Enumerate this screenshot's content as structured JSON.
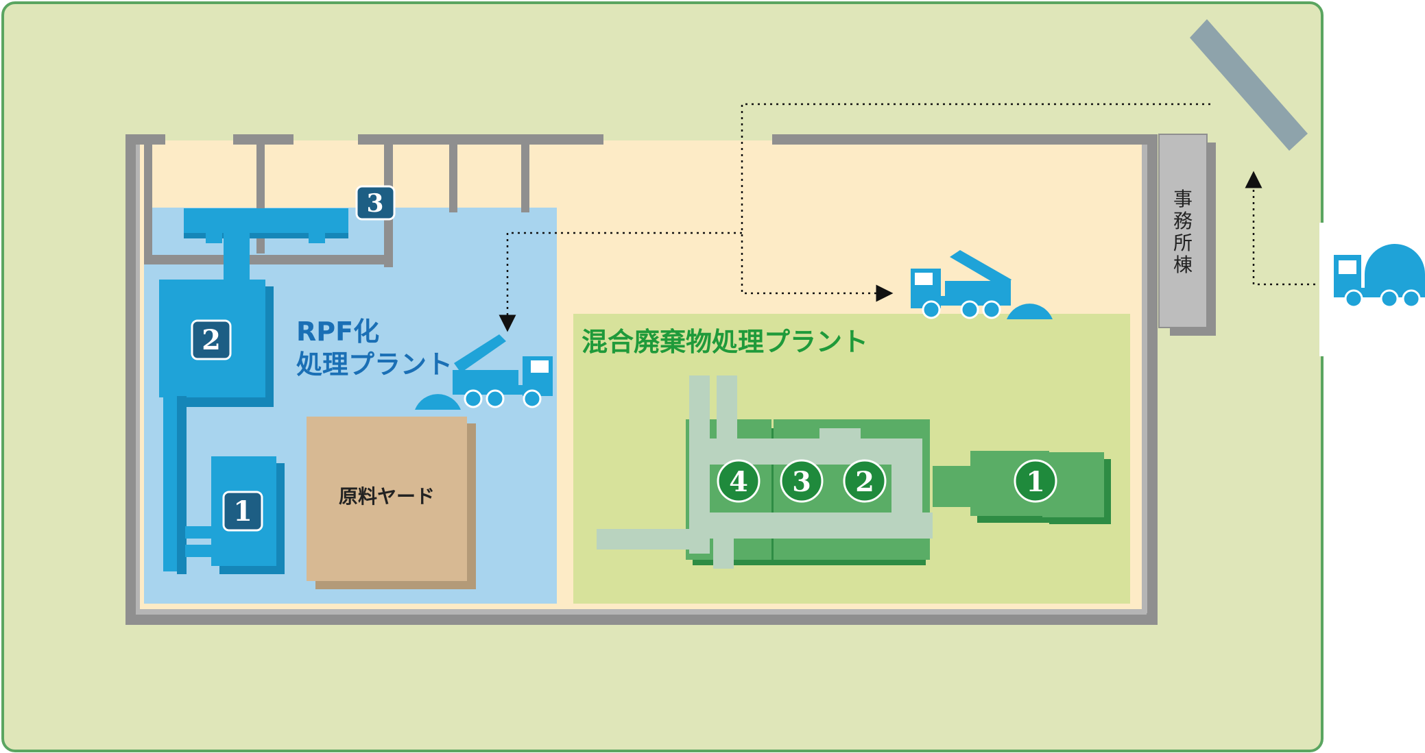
{
  "labels": {
    "rpf_line1": "RPF化",
    "rpf_line2": "処理プラント",
    "mixed": "混合廃棄物処理プラント",
    "yard": "原料ヤード",
    "office": [
      "事",
      "務",
      "所",
      "棟"
    ]
  },
  "rpf_numbers": [
    "1",
    "2",
    "3"
  ],
  "mixed_numbers": [
    "4",
    "3",
    "2",
    "1"
  ],
  "colors": {
    "site": "#dfe6b9",
    "site_border": "#5aa560",
    "floor": "#fdebc6",
    "rpf_zone": "#a8d4ee",
    "rpf_equipment": "#1fa3d8",
    "mixed_zone": "#d7e29b",
    "mixed_equipment": "#5aad66",
    "conveyor": "#b9d3bf",
    "wall": "#8f8f8f",
    "yard": "#d7b993",
    "truck": "#1fa3d8",
    "number_badge": "#1d5e84",
    "number_circle": "#1f8a3c"
  },
  "icons": [
    "dump-truck-icon",
    "dome-truck-icon",
    "arrow-icon"
  ]
}
